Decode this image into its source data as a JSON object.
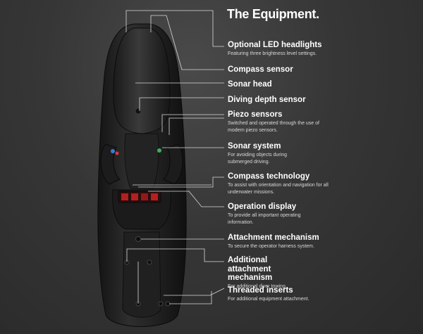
{
  "title": "The Equipment.",
  "colors": {
    "background": "#363636",
    "text": "#ffffff",
    "line": "#d9d9d9",
    "led_blue": "#3a7bd5",
    "led_red": "#d23a3a",
    "led_green": "#3fae5a",
    "display_red": "#b32020"
  },
  "features": [
    {
      "name": "Optional LED headlights",
      "desc": "Featuring three brightness level settings."
    },
    {
      "name": "Compass sensor",
      "desc": ""
    },
    {
      "name": "Sonar head",
      "desc": ""
    },
    {
      "name": "Diving depth sensor",
      "desc": ""
    },
    {
      "name": "Piezo sensors",
      "desc": "Switched and operated through the use of modern piezo sensors."
    },
    {
      "name": "Sonar system",
      "desc": "For avoiding objects during submerged driving."
    },
    {
      "name": "Compass technology",
      "desc": "To assist with orientation and navigation for all underwater missions."
    },
    {
      "name": "Operation display",
      "desc": "To provide all important operating information."
    },
    {
      "name": "Attachment mechanism",
      "desc": "To secure the operator harness system."
    },
    {
      "name": "Additional attachment mechanism",
      "desc": "For additional diver towing."
    },
    {
      "name": "Threaded inserts",
      "desc": "For additional equipment attachment."
    }
  ]
}
